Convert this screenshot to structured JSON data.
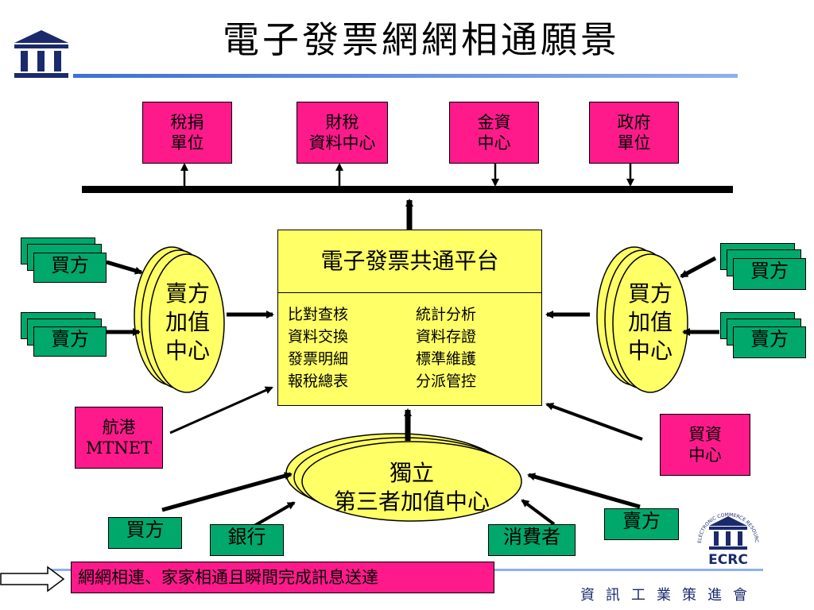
{
  "title": "電子發票網網相通願景",
  "top_boxes": [
    {
      "line1": "稅捐",
      "line2": "單位"
    },
    {
      "line1": "財稅",
      "line2": "資料中心"
    },
    {
      "line1": "金資",
      "line2": "中心"
    },
    {
      "line1": "政府",
      "line2": "單位"
    }
  ],
  "platform": {
    "title": "電子發票共通平台",
    "functions_left": [
      "比對查核",
      "資料交換",
      "發票明細",
      "報稅總表"
    ],
    "functions_right": [
      "統計分析",
      "資料存證",
      "標準維護",
      "分派管控"
    ]
  },
  "seller_center": {
    "line1": "賣方",
    "line2": "加值",
    "line3": "中心"
  },
  "buyer_center": {
    "line1": "買方",
    "line2": "加值",
    "line3": "中心"
  },
  "third_party": {
    "line1": "獨立",
    "line2": "第三者加值中心"
  },
  "left_group": {
    "buyer": "買方",
    "seller": "賣方"
  },
  "right_group": {
    "buyer": "買方",
    "seller": "賣方"
  },
  "port_box": {
    "line1": "航港",
    "line2": "MTNET"
  },
  "trade_box": {
    "line1": "貿資",
    "line2": "中心"
  },
  "bottom_nodes": {
    "buyer": "買方",
    "bank": "銀行",
    "consumer": "消費者",
    "seller": "賣方"
  },
  "footer": {
    "message": "網網相連、家家相通且瞬間完成訊息送達",
    "org": "資訊工業策進會"
  },
  "logo": {
    "mark": "III",
    "text": "ECRC",
    "ring_text": "ELECTRONIC COMMERCE RESOURCES CENTER"
  },
  "colors": {
    "pink": "#ff1a8c",
    "green": "#00a86b",
    "yellow": "#ffff66",
    "navy": "#1a2a6c",
    "rule_blue": "#3f6fd8"
  }
}
